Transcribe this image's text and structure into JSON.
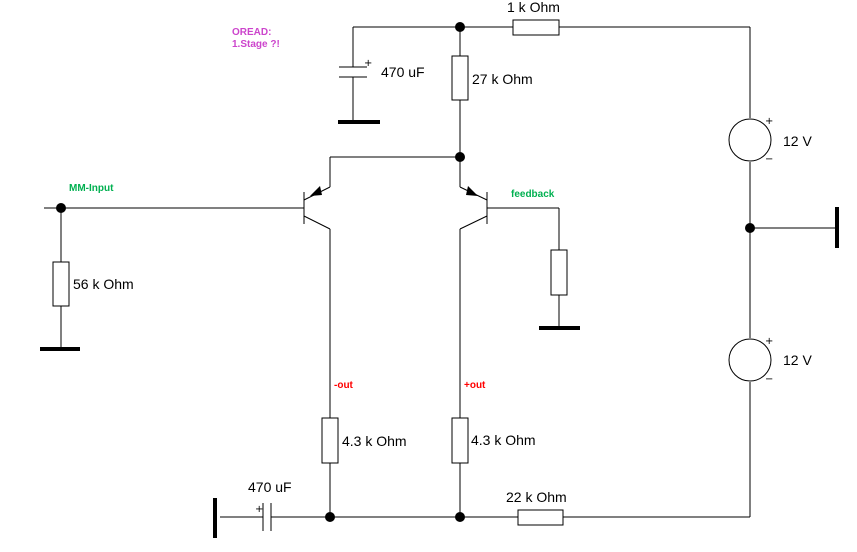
{
  "colors": {
    "note_purple": "#cc44cc",
    "note_green": "#00b050",
    "note_red": "#ff0000"
  },
  "notes": {
    "oread_line1": "OREAD:",
    "oread_line2": "1.Stage ?!",
    "mm_input": "MM-Input",
    "feedback": "feedback",
    "minus_out": "-out",
    "plus_out": "+out"
  },
  "components": {
    "r_top": "1 k Ohm",
    "r_collector": "27 k Ohm",
    "c_top": "470 uF",
    "r_input": "56 k Ohm",
    "r_emitter_left": "4.3 k Ohm",
    "r_emitter_right": "4.3 k Ohm",
    "c_bottom": "470 uF",
    "r_bottom": "22 k Ohm",
    "v_top": "12 V",
    "v_bottom": "12 V"
  },
  "symbols": {
    "plus": "+",
    "minus": "−"
  }
}
